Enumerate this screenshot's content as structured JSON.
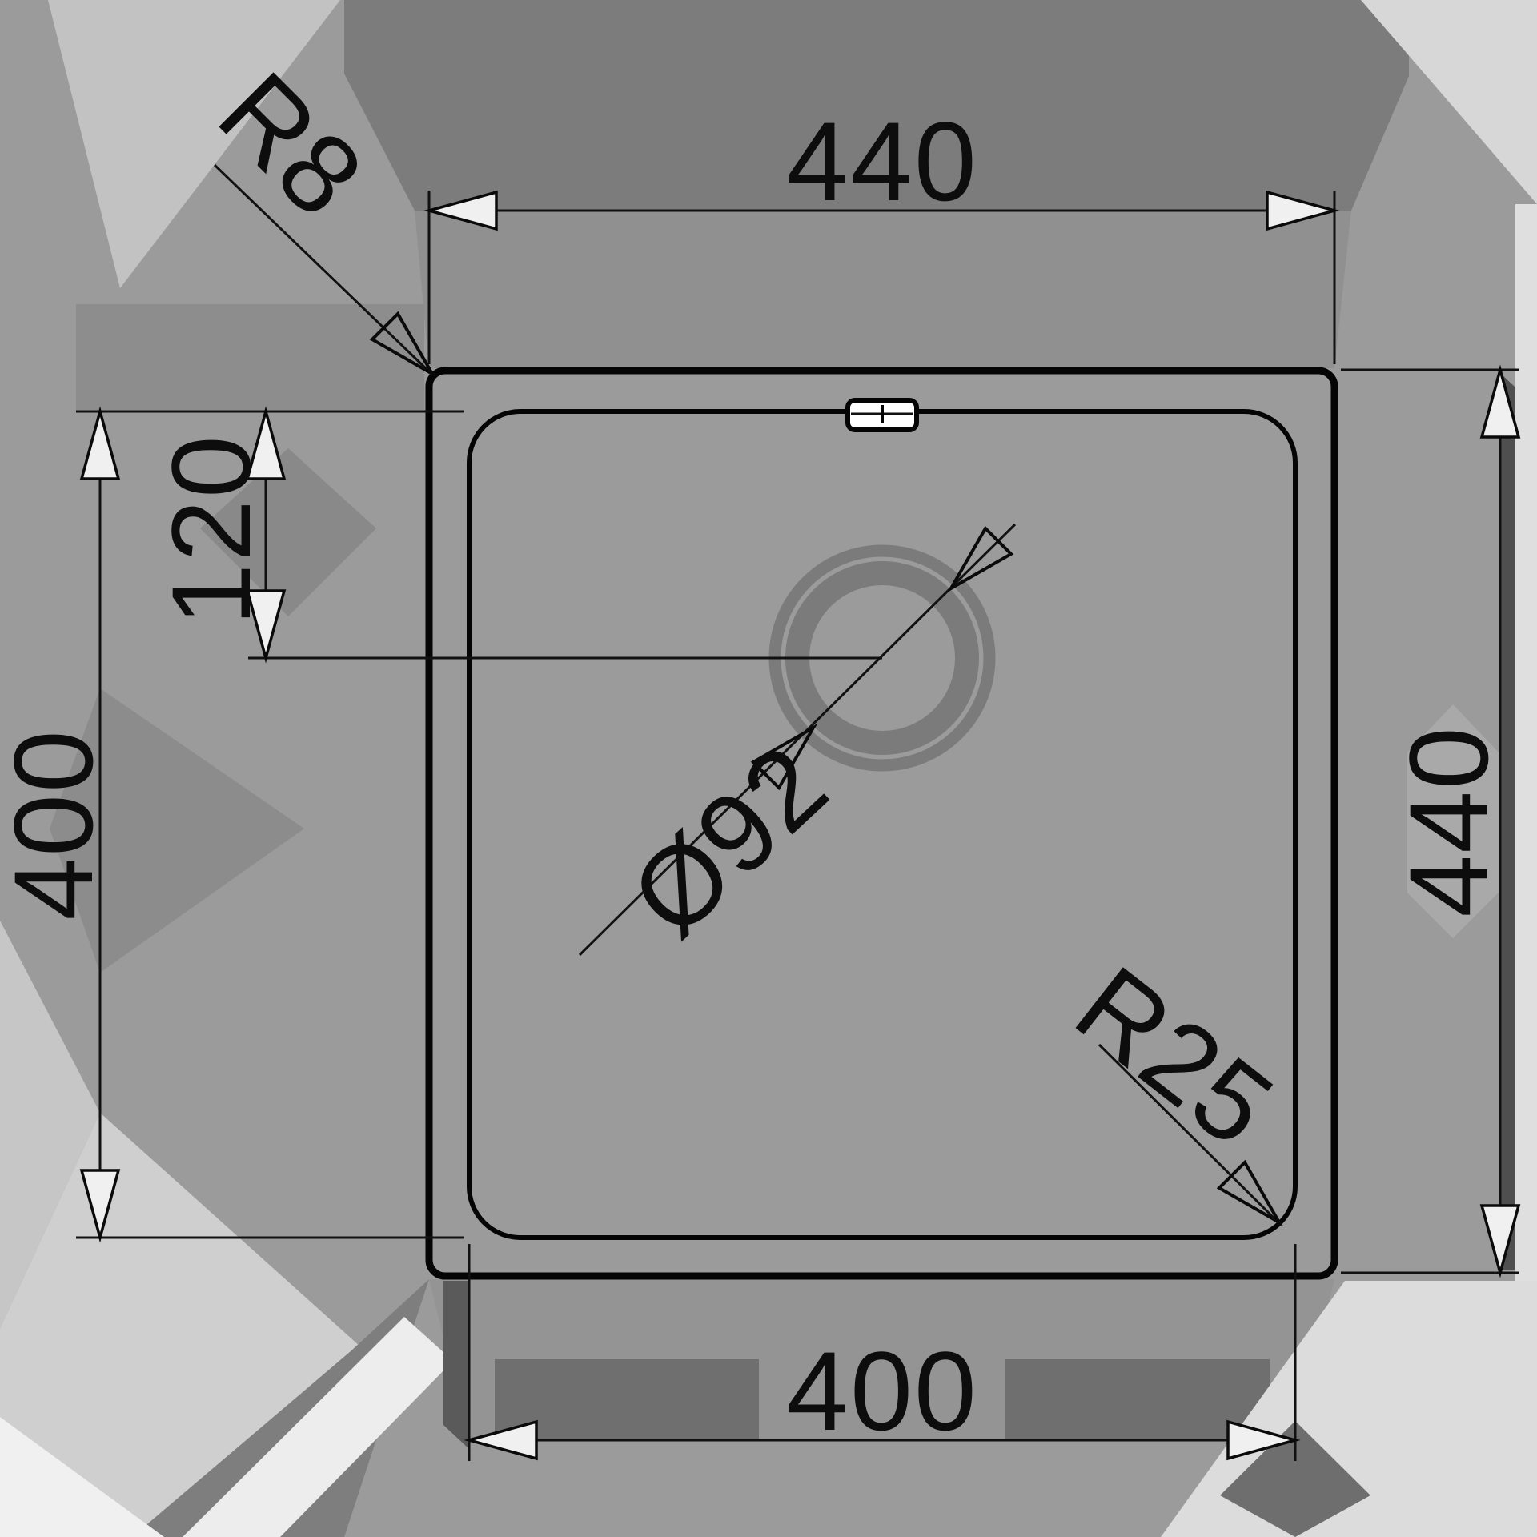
{
  "dimensions": {
    "outer_width": "440",
    "outer_height": "440",
    "bowl_width": "400",
    "bowl_height": "400",
    "drain_offset_from_top": "120",
    "drain_diameter": "Ø92",
    "bowl_corner_radius": "R25",
    "outer_corner_radius": "R8"
  },
  "colors": {
    "background": "#9b9b9b",
    "paper": "#ffffff",
    "line": "#0a0a0a",
    "drain_ring": "#7b7b7b",
    "arrow_fill": "#f0f0f0",
    "shade_dark": "#7c7c7c",
    "shade_light": "#d7d7d7"
  }
}
